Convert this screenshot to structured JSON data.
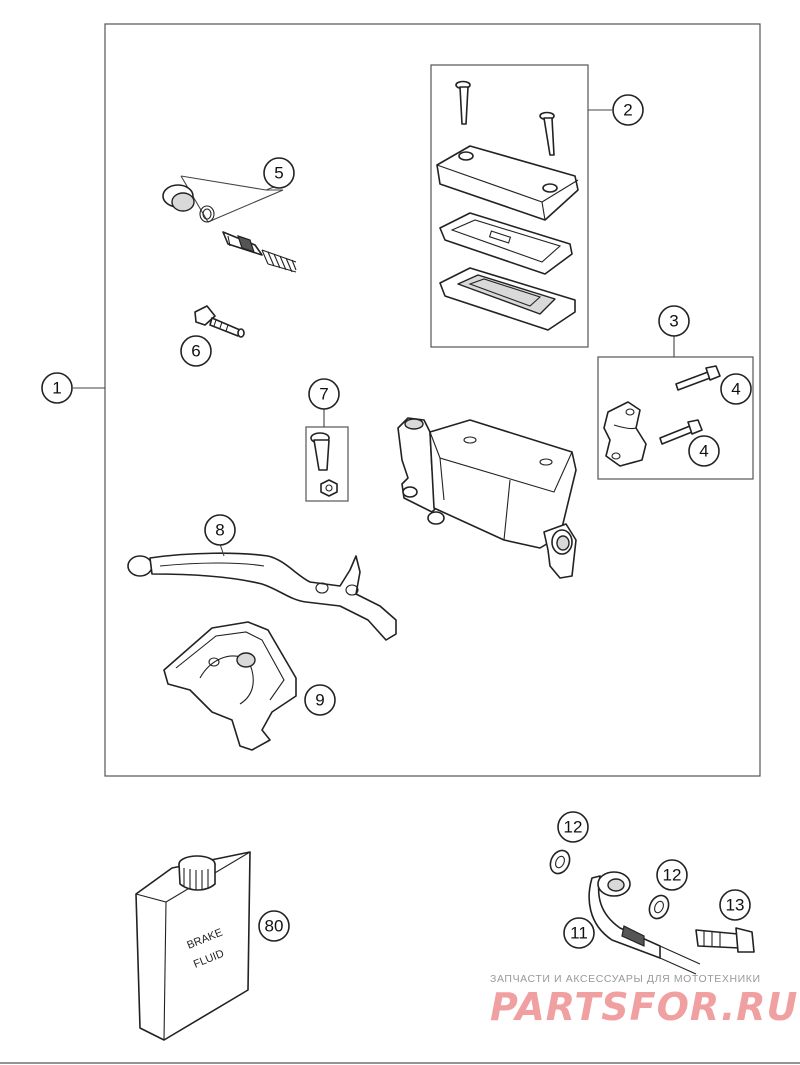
{
  "diagram": {
    "callouts": {
      "c1": "1",
      "c2": "2",
      "c3": "3",
      "c4a": "4",
      "c4b": "4",
      "c5": "5",
      "c6": "6",
      "c7": "7",
      "c8": "8",
      "c9": "9",
      "c11": "11",
      "c12a": "12",
      "c12b": "12",
      "c13": "13",
      "c80": "80"
    },
    "bottle_label_line1": "BRAKE",
    "bottle_label_line2": "FLUID"
  },
  "watermark": {
    "tagline": "ЗАПЧАСТИ И АКСЕССУАРЫ ДЛЯ МОТОТЕХНИКИ",
    "brand": "PARTSFOR.RU",
    "color": "#f0a0a0"
  }
}
